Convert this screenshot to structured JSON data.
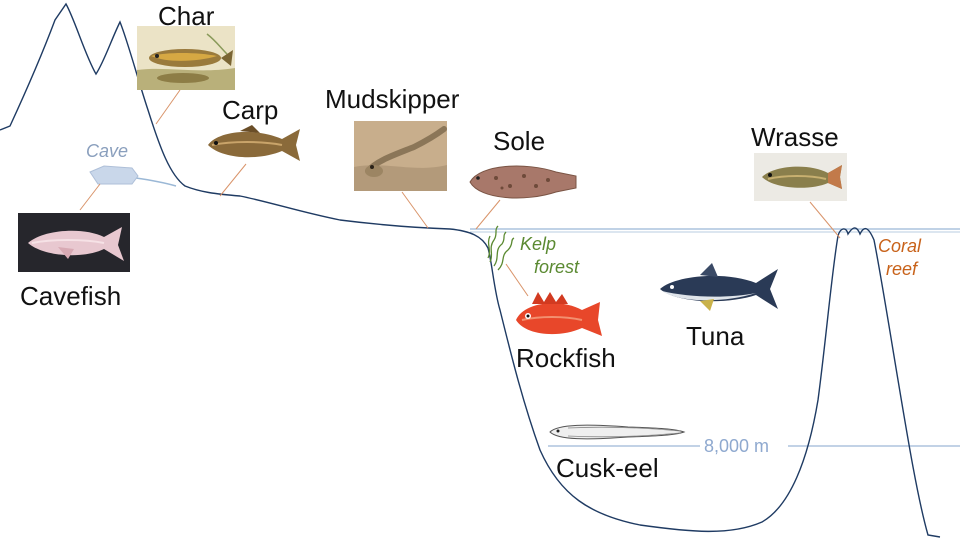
{
  "fish": {
    "char": "Char",
    "carp": "Carp",
    "mudskipper": "Mudskipper",
    "sole": "Sole",
    "wrasse": "Wrasse",
    "cavefish": "Cavefish",
    "rockfish": "Rockfish",
    "tuna": "Tuna",
    "cusk_eel": "Cusk-eel"
  },
  "habitats": {
    "cave": "Cave",
    "kelp_line1": "Kelp",
    "kelp_line2": "forest",
    "coral_line1": "Coral",
    "coral_line2": "reef"
  },
  "depth_marker": "8,000 m",
  "colors": {
    "terrain": "#1f3b63",
    "water": "#9bb8d6",
    "depth_line": "#9db6d6",
    "depth_text": "#8fa9cf",
    "leader": "#d9946a",
    "cave_fill": "#c9d7ea",
    "cave_text": "#8a9fbd",
    "kelp": "#5b8a32",
    "coral": "#c8621a"
  }
}
